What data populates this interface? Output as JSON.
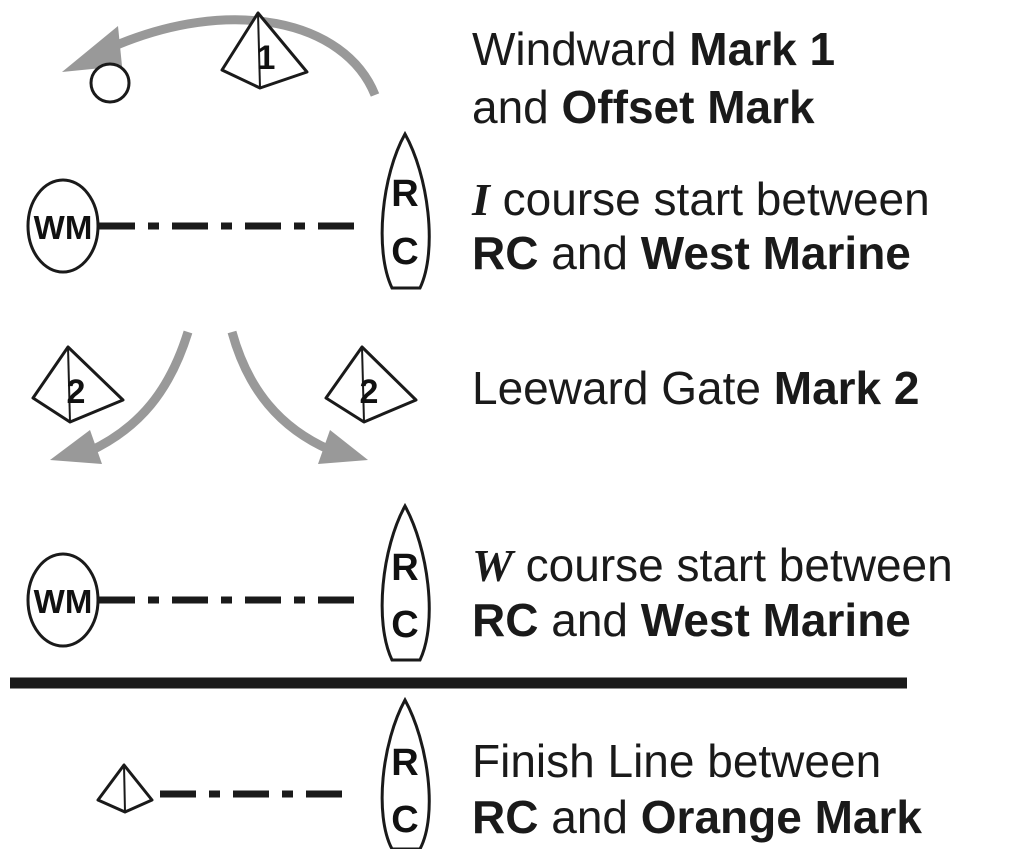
{
  "colors": {
    "ink": "#1a1a1a",
    "arrow": "#999999",
    "background": "#ffffff"
  },
  "marks": {
    "windward_number": "1",
    "leeward_left_number": "2",
    "leeward_right_number": "2",
    "committee_boat_top": "R",
    "committee_boat_bottom": "C",
    "west_marine_label": "WM"
  },
  "labels": {
    "windward": {
      "line1_plain": "Windward ",
      "line1_bold": "Mark 1",
      "line2_plain": "and ",
      "line2_bold": "Offset Mark"
    },
    "i_course": {
      "letter": "I",
      "line1_plain": " course start between",
      "line2_bold_a": "RC",
      "line2_plain": " and ",
      "line2_bold_b": "West Marine"
    },
    "leeward": {
      "plain": "Leeward Gate ",
      "bold": "Mark 2"
    },
    "w_course": {
      "letter": "W",
      "line1_plain": " course start between",
      "line2_bold_a": "RC",
      "line2_plain": " and ",
      "line2_bold_b": "West Marine"
    },
    "finish": {
      "line1_plain": "Finish Line between",
      "line2_bold_a": "RC",
      "line2_plain": " and ",
      "line2_bold_b": "Orange Mark"
    }
  }
}
